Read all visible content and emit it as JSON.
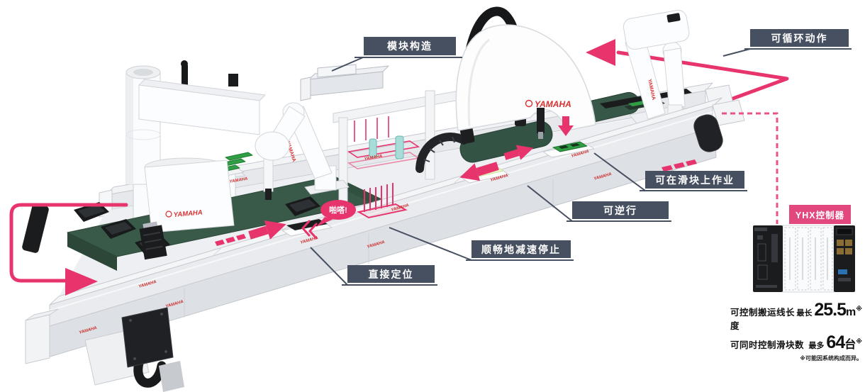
{
  "callouts": {
    "module_structure": {
      "label": "模块构造"
    },
    "cyclic_motion": {
      "label": "可循环动作"
    },
    "work_on_slider": {
      "label": "可在滑块上作业"
    },
    "reversible": {
      "label": "可逆行"
    },
    "smooth_stop": {
      "label": "顺畅地减速停止"
    },
    "direct_positioning": {
      "label": "直接定位"
    }
  },
  "controller": {
    "label": "YHX控制器"
  },
  "specs": {
    "rows": [
      {
        "label": "可控制搬运线长度",
        "qualifier": "最长",
        "value": "25.5",
        "unit": "m",
        "note": "※"
      },
      {
        "label": "可同时控制滑块数",
        "qualifier": "最多",
        "value": "64",
        "unit": "台",
        "note": "※"
      }
    ],
    "footnote": "※可能因系统构成而异。"
  },
  "illustration": {
    "snap_bubble": "啪嗒!",
    "brand": "YAMAHA"
  },
  "colors": {
    "callout_bg": "#475060",
    "accent_pink": "#e8346c",
    "label_pink": "#e2477e",
    "brand_red": "#d92f2f",
    "belt_green": "#3a5a49",
    "pcb_green": "#2f9e44"
  }
}
